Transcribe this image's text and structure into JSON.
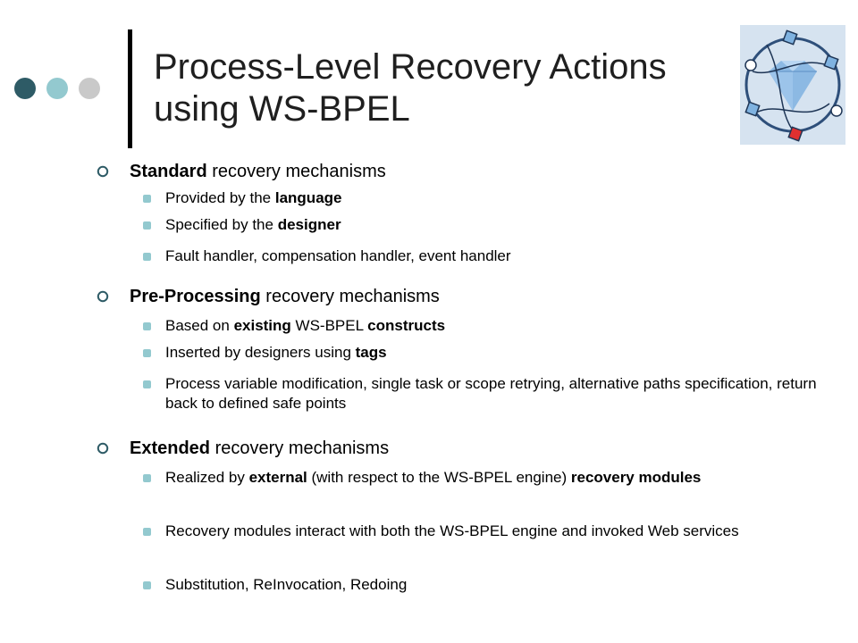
{
  "slide": {
    "title": "Process-Level Recovery Actions using WS-BPEL",
    "colors": {
      "accent_dark": "#2e5b66",
      "accent_light": "#93c9cf",
      "accent_gray": "#c9c9c9",
      "logo_bg": "#d6e3f0"
    },
    "logo_icon": "bpel-diamond-network-logo",
    "sections": [
      {
        "heading": [
          {
            "b": "Standard"
          },
          {
            "t": " recovery mechanisms"
          }
        ],
        "items": [
          [
            {
              "t": "Provided by the "
            },
            {
              "b": "language"
            }
          ],
          [
            {
              "t": "Specified by the "
            },
            {
              "b": "designer"
            }
          ],
          [
            {
              "t": "Fault handler, compensation handler, event handler"
            }
          ]
        ]
      },
      {
        "heading": [
          {
            "b": "Pre-Processing"
          },
          {
            "t": " recovery mechanisms"
          }
        ],
        "items": [
          [
            {
              "t": "Based on "
            },
            {
              "b": "existing"
            },
            {
              "t": " WS-BPEL "
            },
            {
              "b": "constructs"
            }
          ],
          [
            {
              "t": "Inserted by designers using "
            },
            {
              "b": "tags"
            }
          ],
          [
            {
              "t": "Process variable modification, single task or scope retrying, alternative paths specification, return back to defined safe points"
            }
          ]
        ]
      },
      {
        "heading": [
          {
            "b": "Extended"
          },
          {
            "t": " recovery mechanisms"
          }
        ],
        "items": [
          [
            {
              "t": "Realized by "
            },
            {
              "b": "external"
            },
            {
              "t": " (with respect to the WS-BPEL engine) "
            },
            {
              "b": "recovery modules"
            }
          ],
          [
            {
              "t": "Recovery modules interact with both the WS-BPEL engine and invoked Web services"
            }
          ],
          [
            {
              "t": "Substitution, ReInvocation, Redoing"
            }
          ]
        ]
      }
    ]
  }
}
